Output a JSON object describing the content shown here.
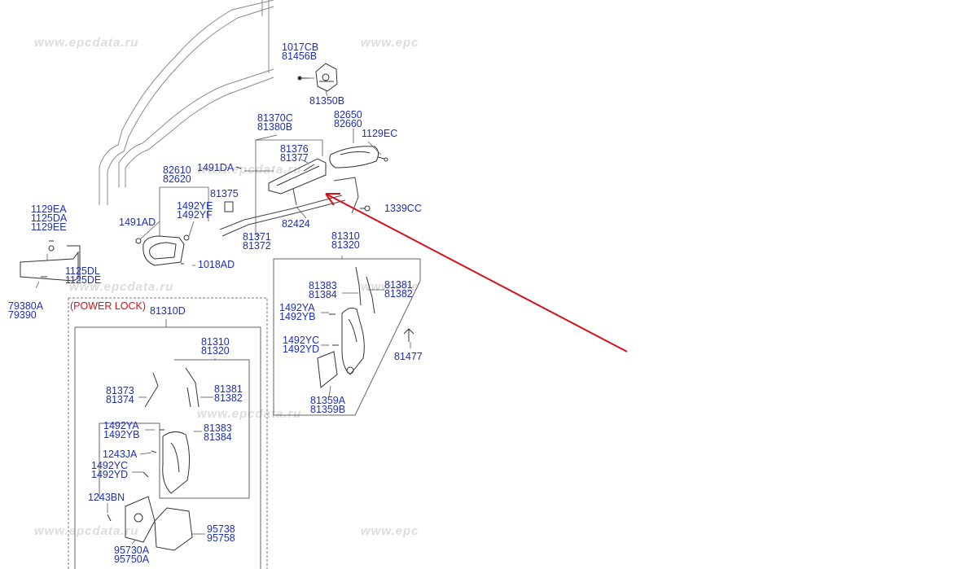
{
  "watermarks": [
    "www.epcdata.ru",
    "www.epc",
    "www.epcdata.ru",
    "www.epc",
    "www.epcdata.ru",
    "www.epcdata.ru",
    "www.epcdata.ru",
    "www.epc"
  ],
  "section_title": "(POWER LOCK)",
  "colors": {
    "label": "#1e2fb4",
    "arrow": "#d6101a",
    "frame": "#666666"
  },
  "labels": {
    "p1017cb": [
      "1017CB",
      "81456B"
    ],
    "p81350b": [
      "81350B"
    ],
    "p81370c": [
      "81370C",
      "81380B"
    ],
    "p82650": [
      "82650",
      "82660"
    ],
    "p1129ec": [
      "1129EC"
    ],
    "p81376": [
      "81376",
      "81377"
    ],
    "p1491da": [
      "1491DA"
    ],
    "p82610": [
      "82610",
      "82620"
    ],
    "p81375": [
      "81375"
    ],
    "p1492ye": [
      "1492YE",
      "1492YF"
    ],
    "p1339cc": [
      "1339CC"
    ],
    "p82424": [
      "82424"
    ],
    "p1491ad": [
      "1491AD"
    ],
    "p81371": [
      "81371",
      "81372"
    ],
    "p81310a": [
      "81310",
      "81320"
    ],
    "p1018ad": [
      "1018AD"
    ],
    "p1129ea": [
      "1129EA",
      "1125DA",
      "1129EE"
    ],
    "p1125dl": [
      "1125DL",
      "1125DE"
    ],
    "p79380a": [
      "79380A",
      "79390"
    ],
    "p81383a": [
      "81383",
      "81384"
    ],
    "p81381a": [
      "81381",
      "81382"
    ],
    "p1492ya_a": [
      "1492YA",
      "1492YB"
    ],
    "p1492yc_a": [
      "1492YC",
      "1492YD"
    ],
    "p81477": [
      "81477"
    ],
    "p81359a": [
      "81359A",
      "81359B"
    ],
    "p81310d": [
      "81310D"
    ],
    "p81310b": [
      "81310",
      "81320"
    ],
    "p81373": [
      "81373",
      "81374"
    ],
    "p81381b": [
      "81381",
      "81382"
    ],
    "p1492ya_b": [
      "1492YA",
      "1492YB"
    ],
    "p81383b": [
      "81383",
      "81384"
    ],
    "p1243ja": [
      "1243JA"
    ],
    "p1492yc_b": [
      "1492YC",
      "1492YD"
    ],
    "p1243bn": [
      "1243BN"
    ],
    "p95738": [
      "95738",
      "95758"
    ],
    "p95730a": [
      "95730A",
      "95750A"
    ]
  }
}
